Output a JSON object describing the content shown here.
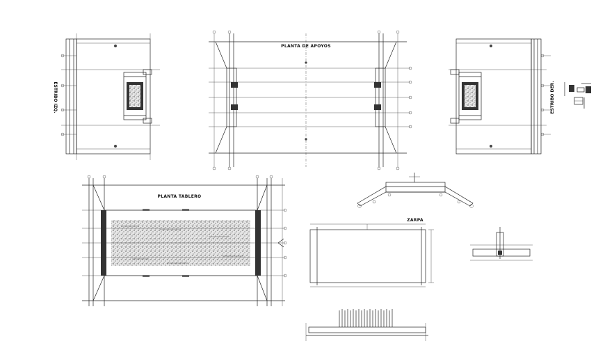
{
  "labels": {
    "planta_apoyos": "PLANTA DE APOYOS",
    "planta_tablero": "PLANTA TABLERO",
    "zarpa": "ZARPA",
    "estribo_izq": "ESTRIBO IZQ.",
    "estribo_der": "ESTRIBO DER."
  },
  "colors": {
    "line": "#222222",
    "hatch": "#555555",
    "background": "#ffffff"
  }
}
